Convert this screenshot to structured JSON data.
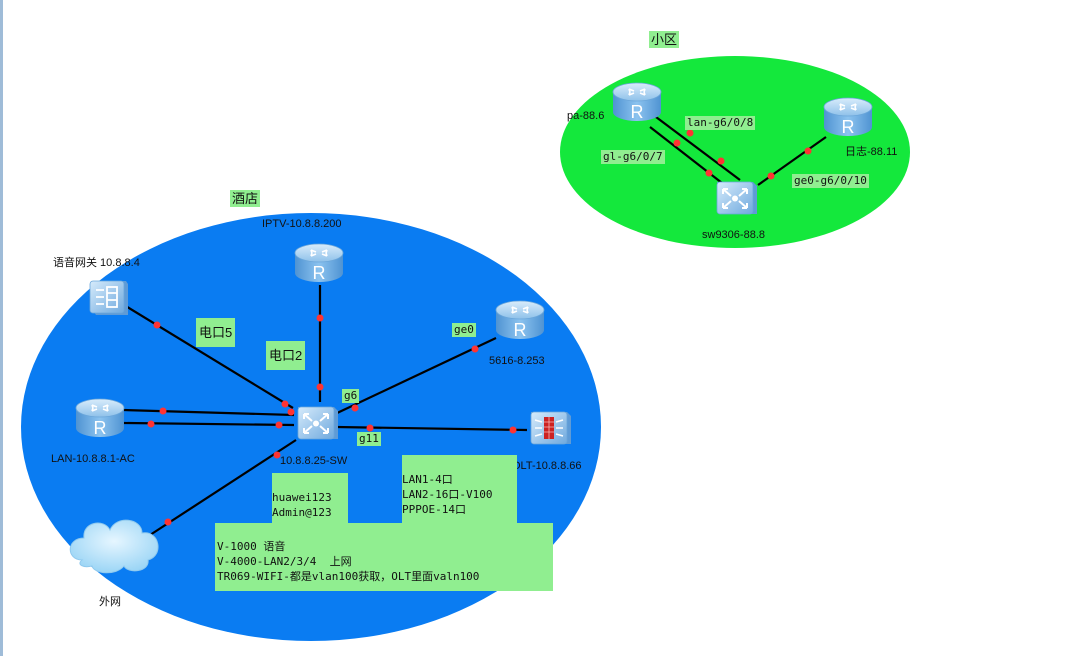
{
  "regions": {
    "hotel": {
      "title": "酒店",
      "fill": "#0a7cf2"
    },
    "community": {
      "title": "小区",
      "fill": "#14e83c"
    }
  },
  "devices": {
    "voice_gateway": {
      "label": "语音网关 10.8.8.4",
      "icon": "voice-gateway-icon"
    },
    "iptv": {
      "label": "IPTV-10.8.8.200",
      "icon": "router-icon"
    },
    "r5616": {
      "label": "5616-8.253",
      "icon": "router-icon"
    },
    "lan_ac": {
      "label": "LAN-10.8.8.1-AC",
      "icon": "router-icon"
    },
    "core_sw": {
      "label": "10.8.8.25-SW",
      "icon": "switch-icon"
    },
    "olt": {
      "label": "OLT-10.8.8.66",
      "icon": "firewall-icon"
    },
    "internet": {
      "label": "外网",
      "icon": "cloud-icon"
    },
    "pa": {
      "label": "pa-88.6",
      "icon": "router-icon"
    },
    "log": {
      "label": "日志-88.11",
      "icon": "router-icon"
    },
    "sw9306": {
      "label": "sw9306-88.8",
      "icon": "switch-icon"
    }
  },
  "port_tags": {
    "eport5": "电口5",
    "eport2": "电口2",
    "ge0": "ge0",
    "g6": "g6",
    "g11": "g11",
    "lan_g6_0_8": "lan-g6/0/8",
    "gl_g6_0_7": "gl-g6/0/7",
    "ge0_g6_0_10": "ge0-g6/0/10"
  },
  "notes": {
    "credentials": [
      "huawei123",
      "Admin@123"
    ],
    "olt_ports": [
      "LAN1-4口",
      "LAN2-16口-V100",
      "PPPOE-14口"
    ],
    "vlans": [
      "V-1000 语音",
      "V-4000-LAN2/3/4  上网",
      "TR069-WIFI-都是vlan100获取，OLT里面valn100"
    ]
  },
  "colors": {
    "link": "#000000",
    "port_dot": "#ff3333",
    "tag_bg": "#90ee90"
  }
}
